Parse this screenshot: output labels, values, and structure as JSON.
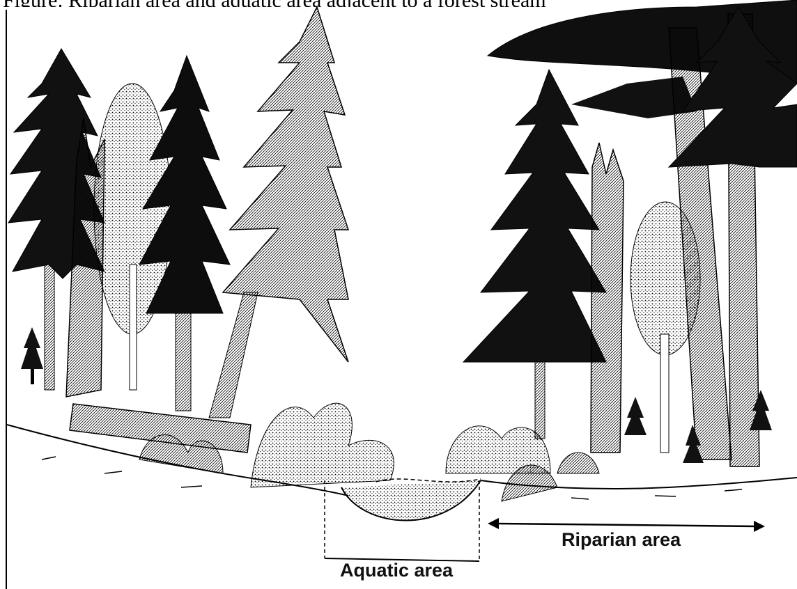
{
  "figure": {
    "caption_fragment": "Figure: Riparian area and aquatic area adjacent to a forest stream"
  },
  "labels": {
    "riparian": "Riparian area",
    "aquatic": "Aquatic area"
  },
  "illustration": {
    "style": "black ink line drawing",
    "ink_color": "#000000",
    "background_color": "#ffffff"
  }
}
